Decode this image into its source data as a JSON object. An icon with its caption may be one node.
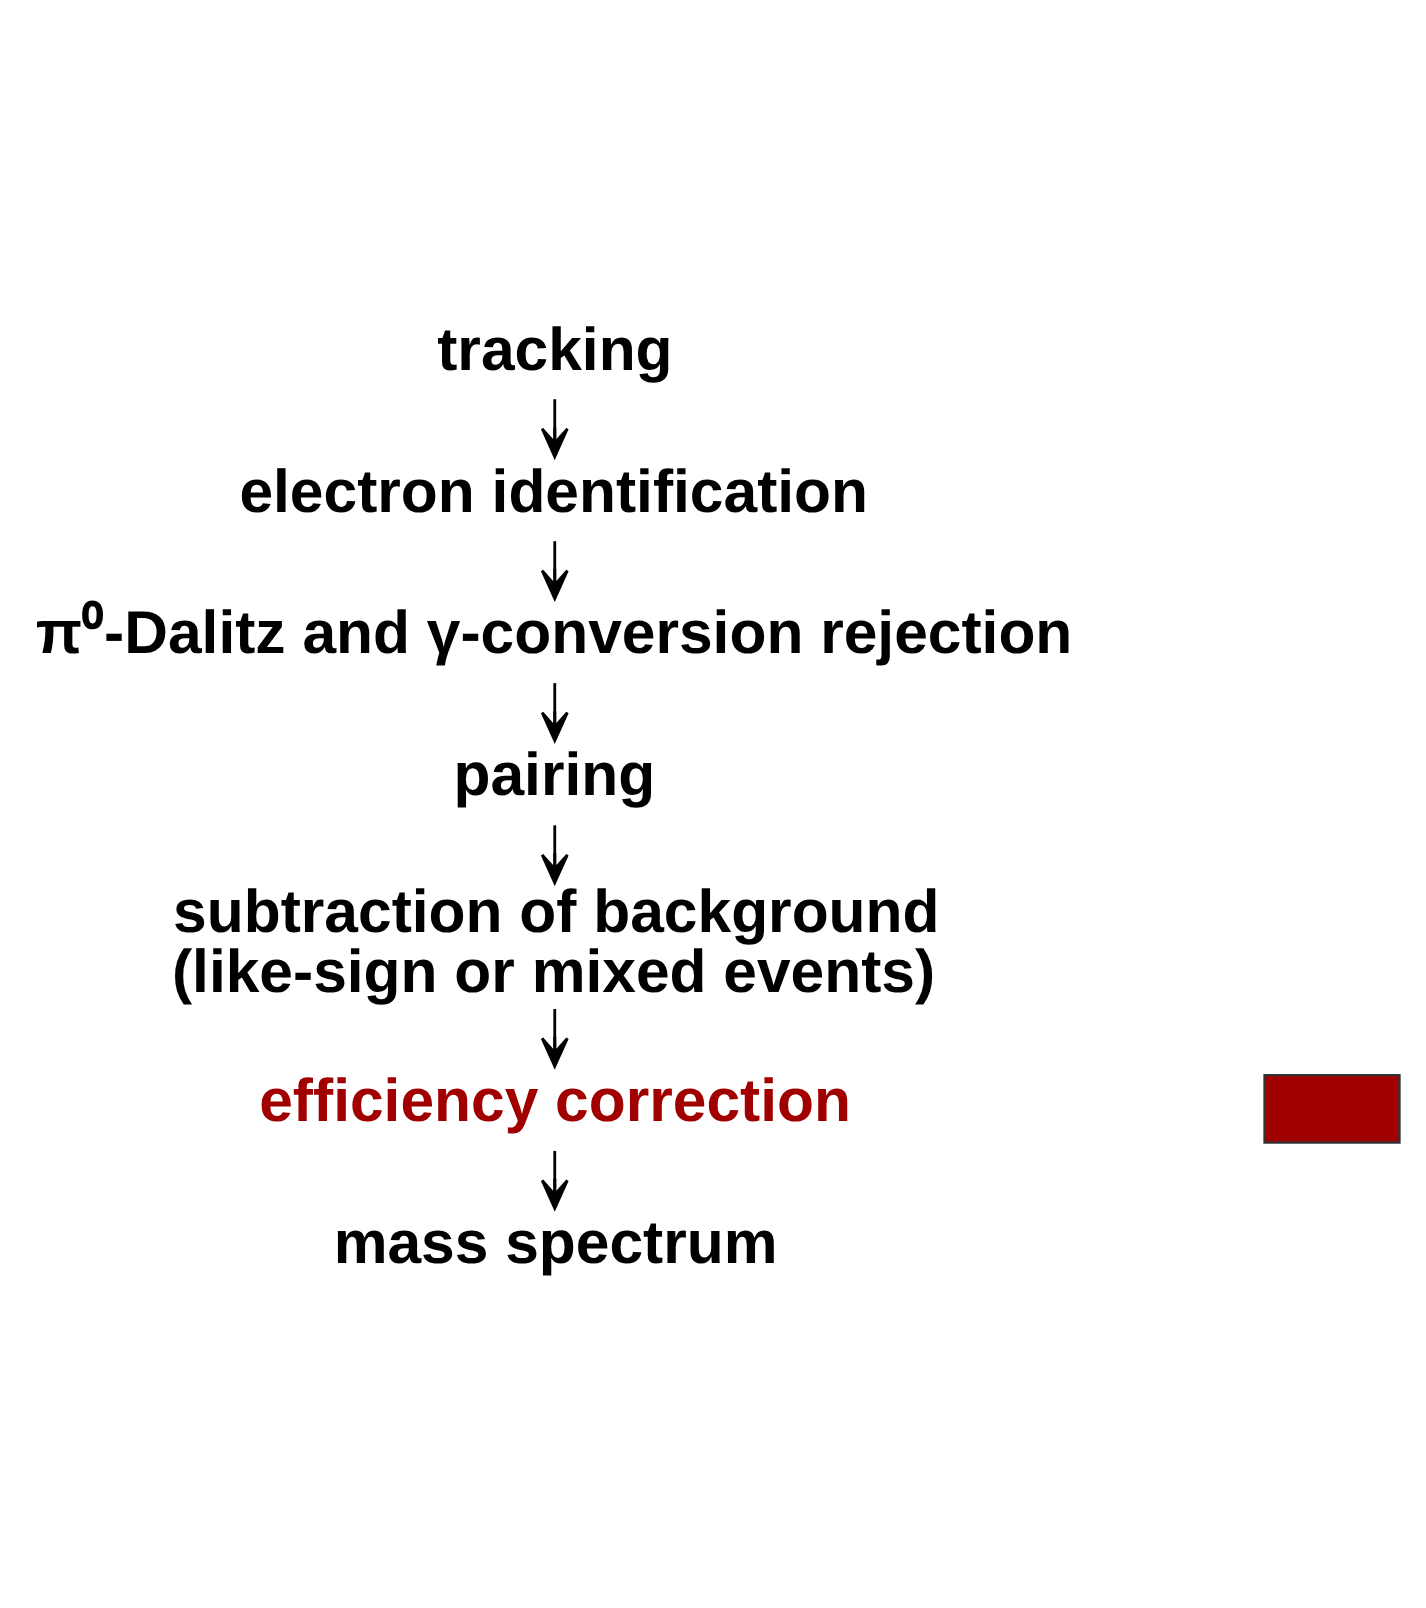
{
  "diagram": {
    "nodes": [
      {
        "text": [
          "tracking"
        ]
      },
      {
        "text": [
          "electron identification"
        ]
      },
      {
        "text": [
          "π⁰-Dalitz and γ-conversion rejection"
        ]
      },
      {
        "text": [
          "pairing"
        ]
      },
      {
        "text": [
          "subtraction of background",
          "(like-sign or mixed events)"
        ]
      },
      {
        "text": [
          "efficiency correction"
        ]
      },
      {
        "text": [
          "mass spectrum"
        ]
      },
      {
        "text": [],
        "shape": "box"
      }
    ],
    "edges": [
      {
        "from": 0,
        "to": 1,
        "arrow": "to"
      },
      {
        "from": 1,
        "to": 2,
        "arrow": "to"
      },
      {
        "from": 2,
        "to": 3,
        "arrow": "to"
      },
      {
        "from": 3,
        "to": 4,
        "arrow": "to"
      },
      {
        "from": 4,
        "to": 5,
        "arrow": "to"
      },
      {
        "from": 5,
        "to": 6,
        "arrow": "to"
      }
    ]
  }
}
